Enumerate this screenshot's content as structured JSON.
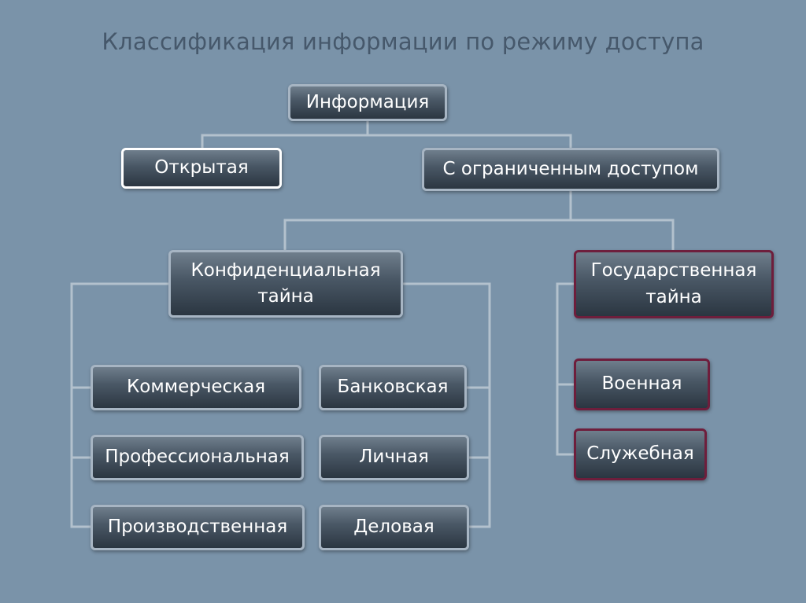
{
  "title": "Классификация информации по режиму доступа",
  "nodes": {
    "info": "Информация",
    "open": "Открытая",
    "restricted": "С ограниченным доступом",
    "confidential_l1": "Конфиденциальная",
    "confidential_l2": "тайна",
    "state_l1": "Государственная",
    "state_l2": "тайна",
    "commercial": "Коммерческая",
    "banking": "Банковская",
    "professional": "Профессиональная",
    "personal": "Личная",
    "production": "Производственная",
    "business": "Деловая",
    "military": "Военная",
    "official": "Служебная"
  },
  "colors": {
    "background": "#7a93a9",
    "title": "#46586b",
    "connector": "#b3c1cd",
    "box_border": "#a7b5c3",
    "open_border": "#ffffff",
    "state_border": "#6e1e3c"
  }
}
